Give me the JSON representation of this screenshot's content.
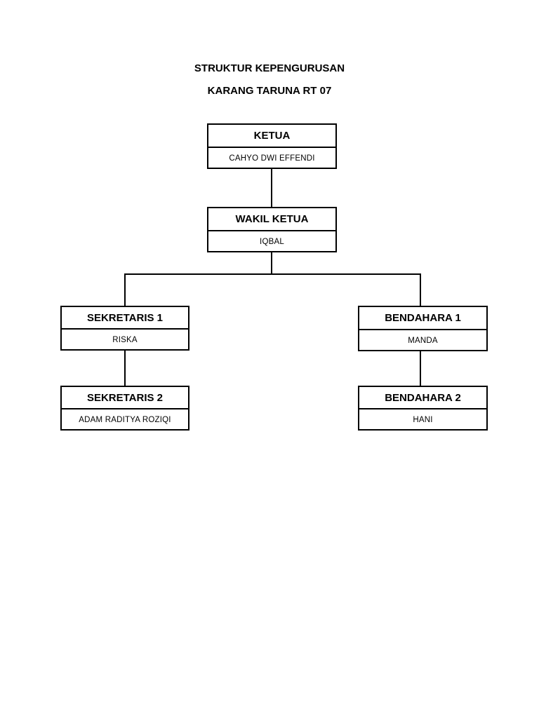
{
  "title": {
    "line1": "STRUKTUR KEPENGURUSAN",
    "line2": "KARANG TARUNA RT 07"
  },
  "nodes": {
    "ketua": {
      "role": "KETUA",
      "name": "CAHYO DWI EFFENDI"
    },
    "wakil_ketua": {
      "role": "WAKIL KETUA",
      "name": "IQBAL"
    },
    "sekretaris_1": {
      "role": "SEKRETARIS 1",
      "name": "RISKA"
    },
    "sekretaris_2": {
      "role": "SEKRETARIS 2",
      "name": "ADAM RADITYA ROZIQI"
    },
    "bendahara_1": {
      "role": "BENDAHARA 1",
      "name": "MANDA"
    },
    "bendahara_2": {
      "role": "BENDAHARA 2",
      "name": "HANI"
    }
  }
}
